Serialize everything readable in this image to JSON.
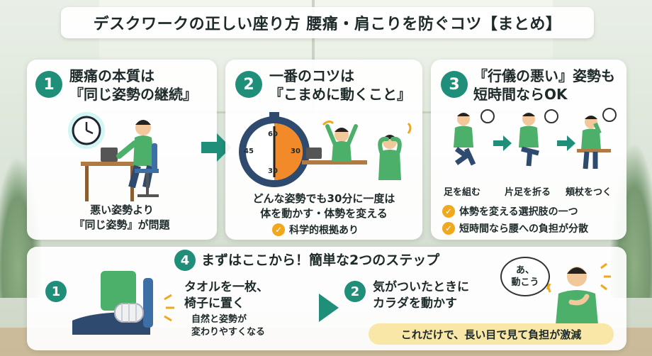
{
  "title": "デスクワークの正しい座り方 腰痛・肩こりを防ぐコツ【まとめ】",
  "cards": {
    "c1": {
      "number": "1",
      "heading_line1": "腰痛の本質は",
      "heading_line2": "『同じ姿勢の継続』",
      "caption_line1": "悪い姿勢より",
      "caption_line2": "『同じ姿勢』が問題"
    },
    "c2": {
      "number": "2",
      "heading_line1": "一番のコツは",
      "heading_line2": "『こまめに動くこと』",
      "clock_labels": {
        "top": "60",
        "left": "45",
        "right": "30",
        "bottom": "30"
      },
      "caption_line1": "どんな姿勢でも30分に一度は",
      "caption_line2": "体を動かす・体勢を変える",
      "check": "科学的根拠あり"
    },
    "c3": {
      "number": "3",
      "heading_line1": "『行儀の悪い』姿勢も",
      "heading_line2": "短時間ならOK",
      "pose_labels": [
        "足を組む",
        "片足を折る",
        "頬杖をつく"
      ],
      "checks": [
        "体勢を変える選択肢の一つ",
        "短時間なら腰への負担が分散"
      ]
    },
    "c4": {
      "number": "4",
      "heading": "まずはここから！簡単な2つのステップ",
      "step1": {
        "number": "1",
        "text_line1": "タオルを一枚、",
        "text_line2": "椅子に置く",
        "sub_line1": "自然と姿勢が",
        "sub_line2": "変わりやすくなる"
      },
      "step2": {
        "number": "2",
        "text_line1": "気がついたときに",
        "text_line2": "カラダを動かす",
        "bubble_line1": "あ、",
        "bubble_line2": "動こう"
      },
      "summary": "これだけで、長い目で見て負担が激減"
    }
  },
  "colors": {
    "accent_teal": "#1f8f7a",
    "shirt_green": "#4caf6a",
    "check_orange": "#f0a81c",
    "highlight_yellow": "#f8e7a6"
  }
}
